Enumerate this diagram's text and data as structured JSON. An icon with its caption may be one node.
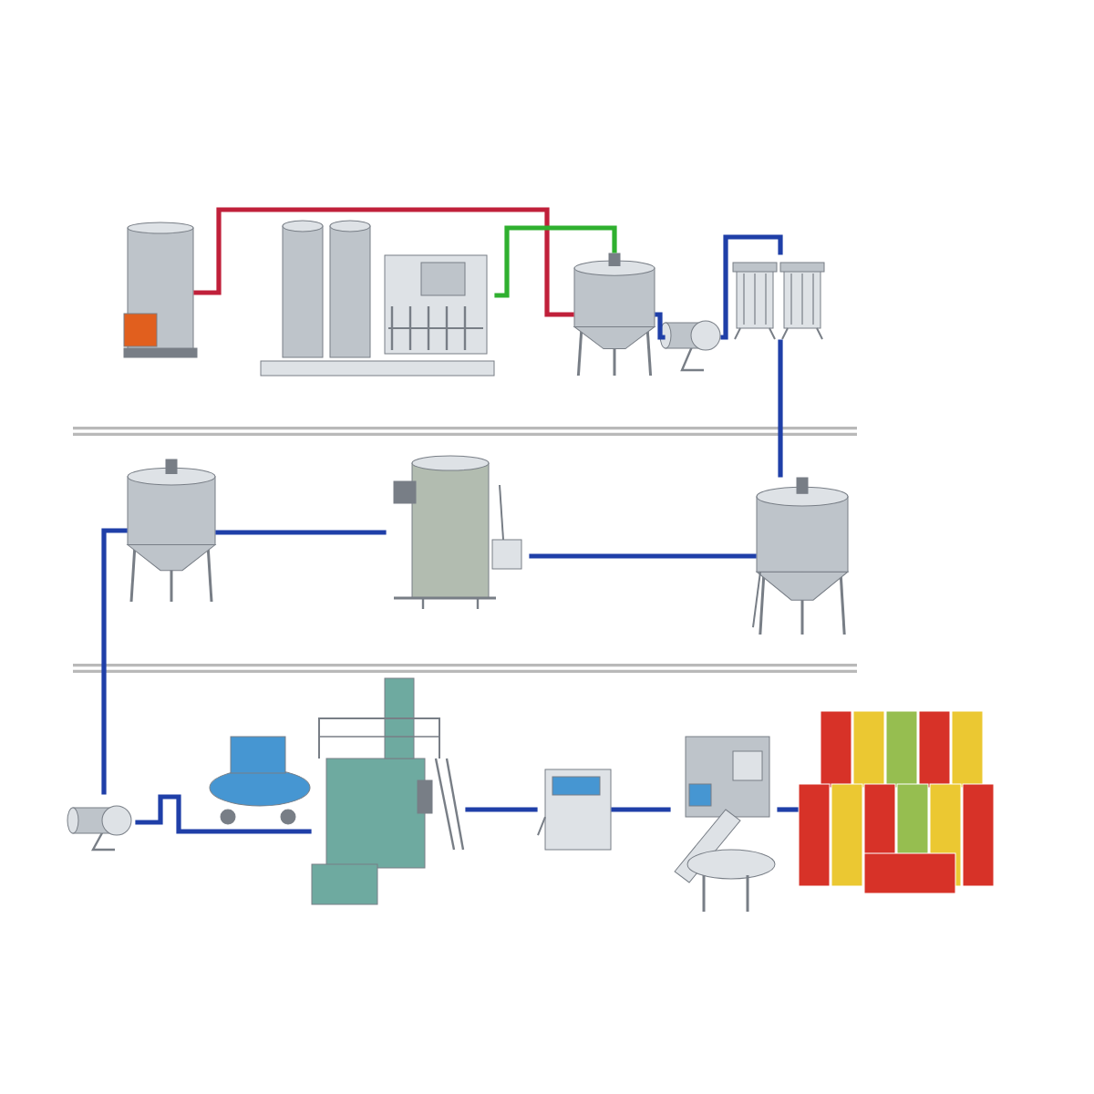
{
  "diagram": {
    "nodes": [
      {
        "text": [],
        "shape": "picture"
      },
      {
        "text": [],
        "shape": "picture"
      },
      {
        "text": [],
        "shape": "picture"
      },
      {
        "text": [],
        "shape": "picture"
      },
      {
        "text": [],
        "shape": "picture"
      },
      {
        "text": [],
        "shape": "picture"
      },
      {
        "text": [],
        "shape": "picture"
      },
      {
        "text": [],
        "shape": "picture"
      },
      {
        "text": [],
        "shape": "picture"
      },
      {
        "text": [],
        "shape": "picture"
      },
      {
        "text": [],
        "shape": "picture"
      },
      {
        "text": [],
        "shape": "picture"
      },
      {
        "text": [],
        "shape": "picture"
      },
      {
        "text": [],
        "shape": "picture"
      }
    ],
    "edges": [
      {
        "from": 0,
        "to": 2,
        "arrow": "none",
        "color": "#c0203a"
      },
      {
        "from": 1,
        "to": 2,
        "arrow": "none",
        "color": "#2fb02f"
      },
      {
        "from": 2,
        "to": 3,
        "arrow": "none"
      },
      {
        "from": 3,
        "to": 4,
        "arrow": "none"
      },
      {
        "from": 4,
        "to": 5,
        "arrow": "none"
      },
      {
        "from": 5,
        "to": 6,
        "arrow": "none"
      },
      {
        "from": 6,
        "to": 7,
        "arrow": "none"
      },
      {
        "from": 7,
        "to": 8,
        "arrow": "none"
      },
      {
        "from": 8,
        "to": 10,
        "arrow": "none"
      },
      {
        "from": 10,
        "to": 11,
        "arrow": "none"
      },
      {
        "from": 11,
        "to": 12,
        "arrow": "none"
      },
      {
        "from": 12,
        "to": 13,
        "arrow": "none"
      }
    ]
  }
}
